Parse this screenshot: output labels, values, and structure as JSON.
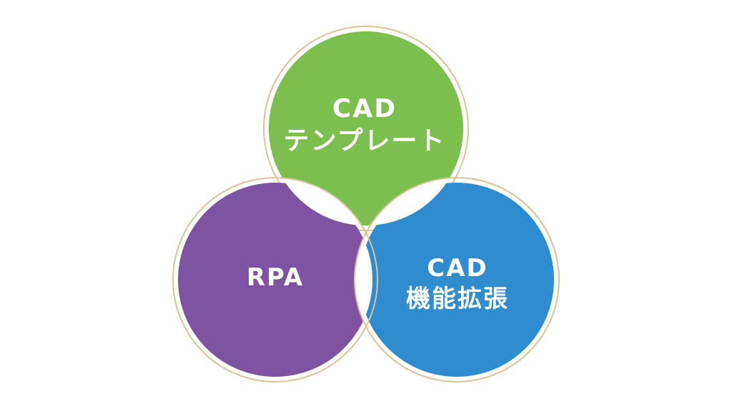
{
  "circles": {
    "top": {
      "line1": "CAD",
      "line2": "テンプレート",
      "color": "#7cbf4e"
    },
    "left": {
      "line1": "RPA",
      "color": "#7e53a1"
    },
    "right": {
      "line1": "CAD",
      "line2": "機能拡張",
      "color": "#2e8ccf"
    },
    "ring_color": "#d8c49a",
    "background": "#ffffff"
  }
}
